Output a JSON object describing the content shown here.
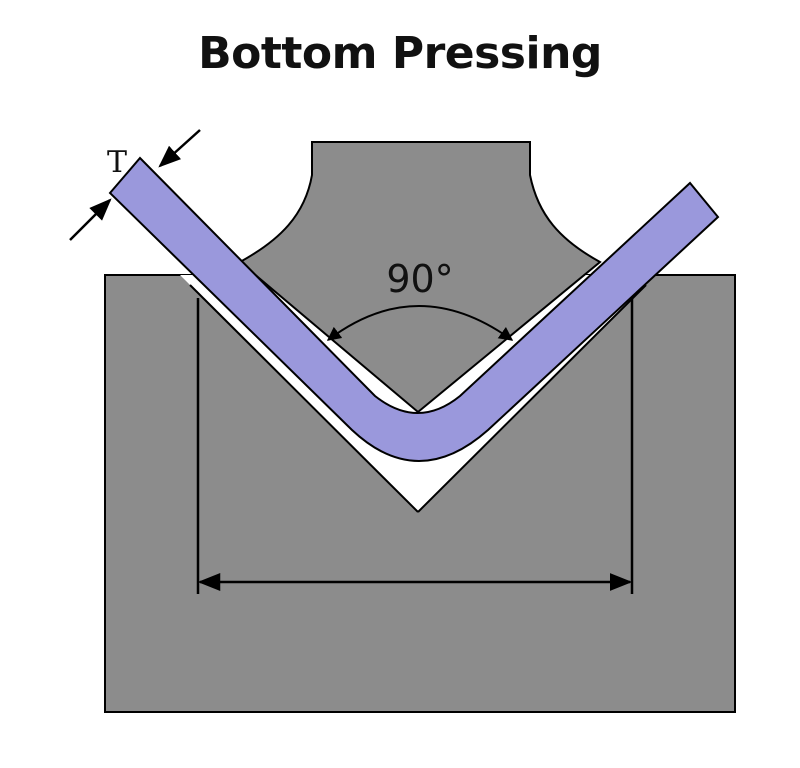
{
  "title": "Bottom Pressing",
  "labels": {
    "thickness": "T",
    "angle": "90°"
  },
  "colors": {
    "die": "#8c8c8c",
    "punch": "#8c8c8c",
    "sheet": "#9a98dc",
    "outline": "#000000",
    "background": "#ffffff"
  }
}
